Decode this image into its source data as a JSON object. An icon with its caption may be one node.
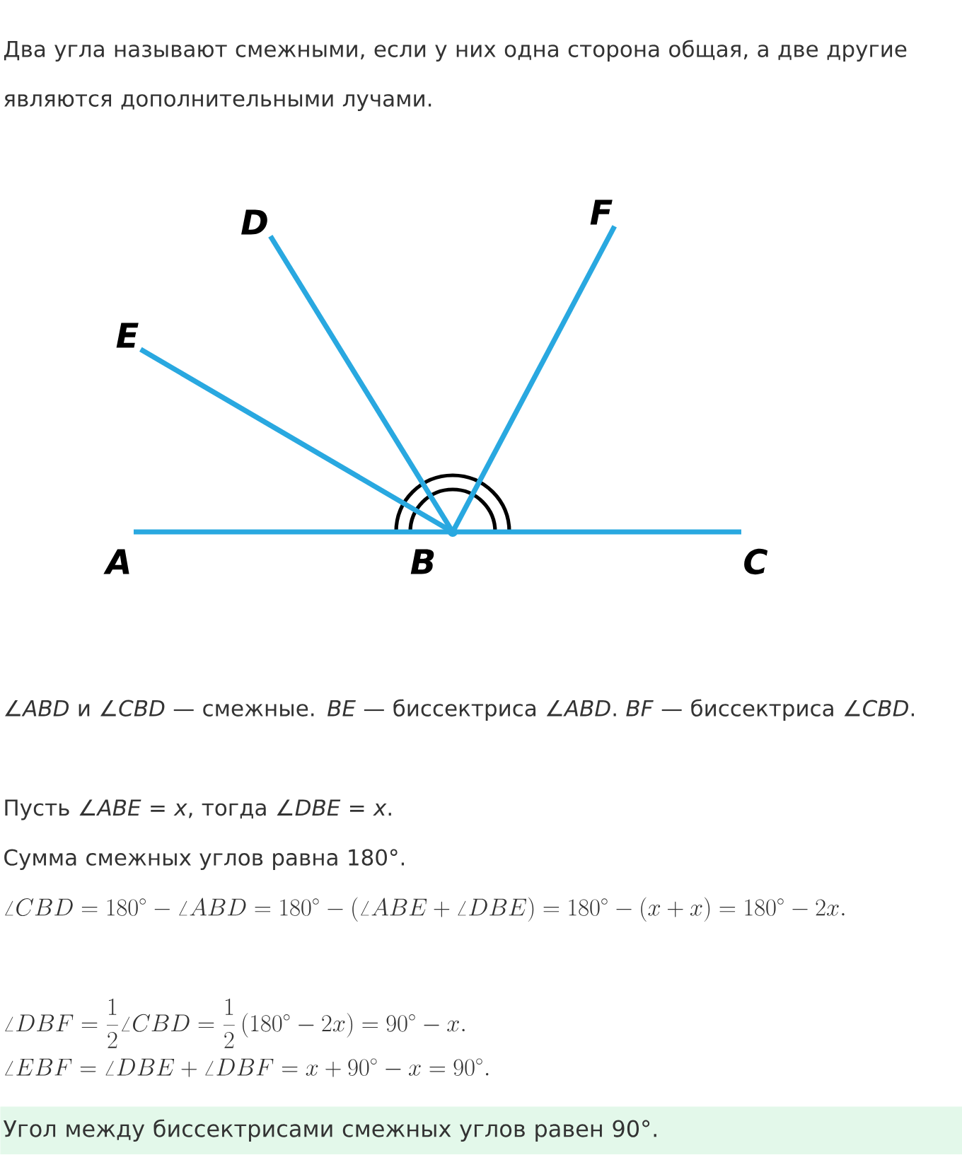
{
  "diagram": {
    "nodes": [
      {
        "text": [
          "A"
        ]
      },
      {
        "text": [
          "B"
        ]
      },
      {
        "text": [
          "C"
        ]
      },
      {
        "text": [
          "D"
        ]
      },
      {
        "text": [
          "E"
        ]
      },
      {
        "text": [
          "F"
        ]
      },
      {
        "text": [],
        "shape": "circle"
      }
    ],
    "edges": [
      {
        "from": 6,
        "to": 0,
        "arrow": "none"
      },
      {
        "from": 6,
        "to": 2,
        "arrow": "none"
      },
      {
        "from": 6,
        "to": 3,
        "arrow": "none"
      },
      {
        "from": 6,
        "to": 4,
        "arrow": "none"
      },
      {
        "from": 6,
        "to": 5,
        "arrow": "none"
      }
    ],
    "labels": [
      "Два угла называют смежными, если у них одна сторона общая, а две другие являются дополнительными лучами.",
      "∠*ABD* и ∠*CBD* — смежные. *BE* — биссектриса ∠*ABD*. *BF* — биссектриса ∠*CBD*.",
      "Пусть ∠*ABE* = *x*, тогда ∠*DBE* = *x*.",
      "Сумма смежных углов равна 180°.",
      "\\angle CBD=180^\\circ-\\angle ABD=180^\\circ-(\\angle ABE+\\angle DBE)=180^\\circ-(x+x)=180^\\circ-2x.",
      "\\angle DBF=\\frac{1}{2}\\angle CBD=\\frac{1}{2}\\left(180^\\circ-2x\\right)=90^\\circ-x.",
      "\\angle EBF=\\angle DBE+\\angle DBF=x+90^\\circ-x=90^\\circ.",
      "Угол между биссектрисами смежных углов равен 90°."
    ]
  }
}
